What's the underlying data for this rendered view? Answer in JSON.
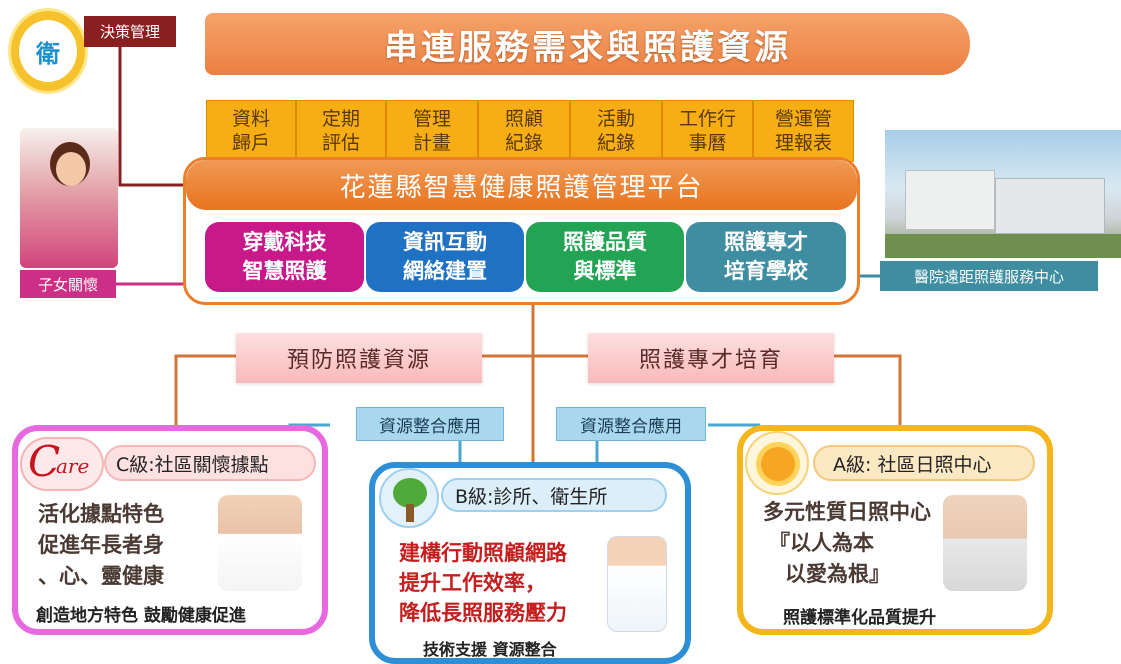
{
  "header": {
    "logo_icon": "ministry-logo",
    "decision_tag": "決策管理",
    "title": "串連服務需求與照護資源"
  },
  "functions": [
    {
      "line1": "資料",
      "line2": "歸戶"
    },
    {
      "line1": "定期",
      "line2": "評估"
    },
    {
      "line1": "管理",
      "line2": "計畫"
    },
    {
      "line1": "照顧",
      "line2": "紀錄"
    },
    {
      "line1": "活動",
      "line2": "紀錄"
    },
    {
      "line1": "工作行",
      "line2": "事曆"
    },
    {
      "line1": "營運管",
      "line2": "理報表"
    }
  ],
  "platform": {
    "title": "花蓮縣智慧健康照護管理平台",
    "pillars": [
      {
        "line1": "穿戴科技",
        "line2": "智慧照護",
        "color": "#c8198b"
      },
      {
        "line1": "資訊互動",
        "line2": "網絡建置",
        "color": "#1f72c3"
      },
      {
        "line1": "照護品質",
        "line2": "與標準",
        "color": "#23a455"
      },
      {
        "line1": "照護專才",
        "line2": "培育學校",
        "color": "#3e8da0"
      }
    ]
  },
  "left_tag": "子女關懷",
  "right_tag": "醫院遠距照護服務中心",
  "bands": {
    "left": "預防照護資源",
    "right": "照護專才培育"
  },
  "integration_tags": [
    "資源整合應用",
    "資源整合應用"
  ],
  "levels": {
    "c": {
      "logo_letter": "C",
      "logo_rest": "are",
      "label": "C級:社區關懷據點",
      "lines": [
        "活化據點特色",
        "促進年長者身",
        "、心、靈健康"
      ],
      "footer": "創造地方特色 鼓勵健康促進",
      "color": "#e868e0"
    },
    "b": {
      "icon": "tree-icon",
      "label": "B級:診所、衛生所",
      "lines": [
        "建構行動照顧網路",
        "提升工作效率，",
        "降低長照服務壓力"
      ],
      "footer": "技術支援 資源整合",
      "color": "#2f8fd6"
    },
    "a": {
      "icon": "sun-icon",
      "label": "A級: 社區日照中心",
      "lines": [
        "多元性質日照中心",
        "『以人為本",
        "以愛為根』"
      ],
      "footer": "照護標準化品質提升",
      "color": "#f5b51c"
    }
  }
}
